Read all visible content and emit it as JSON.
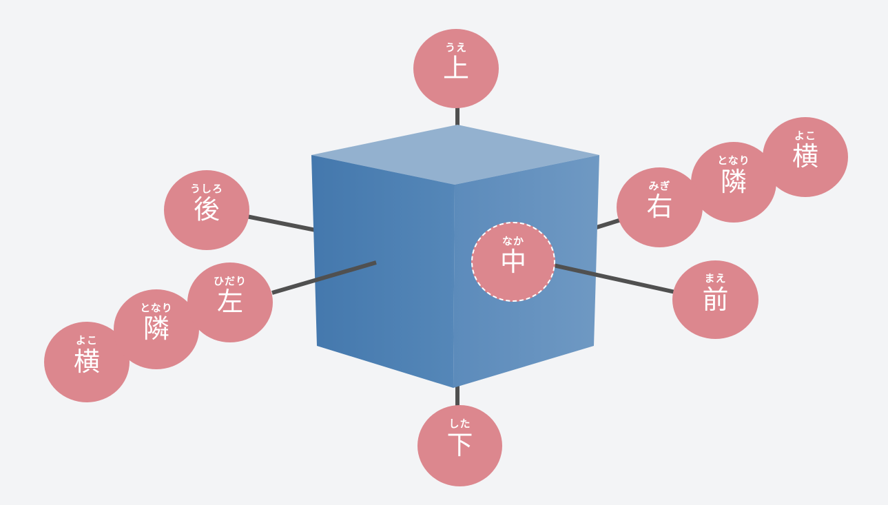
{
  "colors": {
    "background": "#f3f4f6",
    "bubble": "#dc878e",
    "bubble_text": "#ffffff",
    "connector": "#505050",
    "cube_top": "#93b1cf",
    "cube_left": "#4d80b3",
    "cube_right": "#6592be"
  },
  "labels": {
    "ue": {
      "kanji": "上",
      "reading": "うえ"
    },
    "shita": {
      "kanji": "下",
      "reading": "した"
    },
    "ushiro": {
      "kanji": "後",
      "reading": "うしろ"
    },
    "mae": {
      "kanji": "前",
      "reading": "まえ"
    },
    "naka": {
      "kanji": "中",
      "reading": "なか"
    },
    "hidari": {
      "kanji": "左",
      "reading": "ひだり"
    },
    "migi": {
      "kanji": "右",
      "reading": "みぎ"
    },
    "tonari_l": {
      "kanji": "隣",
      "reading": "となり"
    },
    "tonari_r": {
      "kanji": "隣",
      "reading": "となり"
    },
    "yoko_l": {
      "kanji": "横",
      "reading": "よこ"
    },
    "yoko_r": {
      "kanji": "横",
      "reading": "よこ"
    }
  }
}
